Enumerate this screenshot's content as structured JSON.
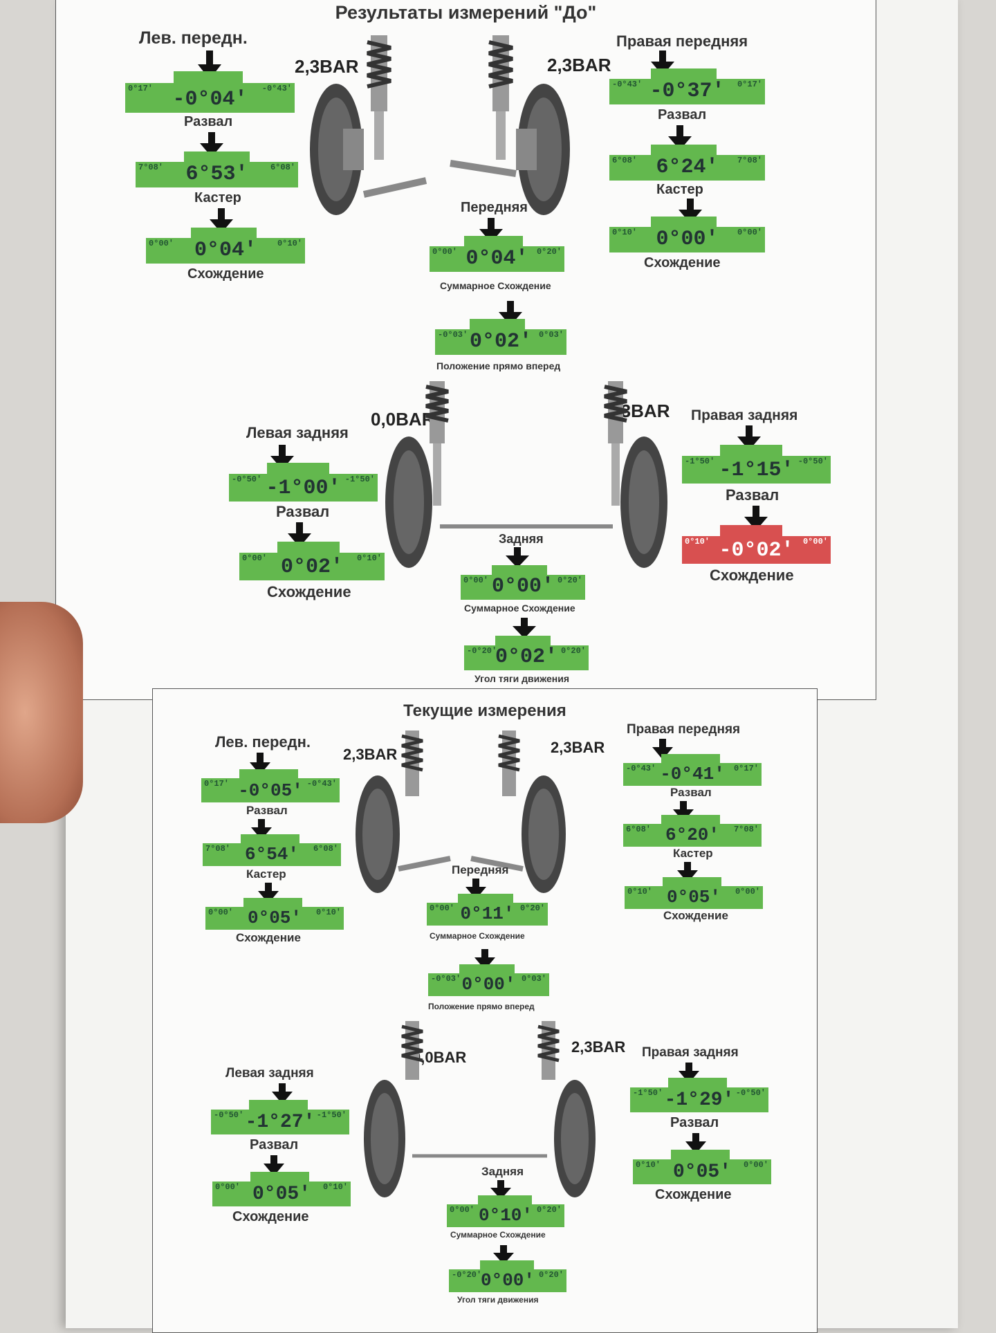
{
  "before": {
    "title": "Результаты измерений \"До\"",
    "front_left_title": "Лев. передн.",
    "front_right_title": "Правая передняя",
    "front_left_pressure": "2,3BAR",
    "front_right_pressure": "2,3BAR",
    "rear_left_pressure": "0,0BAR",
    "rear_right_pressure": "2,3BAR",
    "fl_camber": {
      "min": "0°17'",
      "max": "-0°43'",
      "value": "-0°04'",
      "label": "Развал"
    },
    "fl_caster": {
      "min": "7°08'",
      "max": "6°08'",
      "value": "6°53'",
      "label": "Кастер"
    },
    "fl_toe": {
      "min": "0°00'",
      "max": "0°10'",
      "value": "0°04'",
      "label": "Схождение"
    },
    "fr_camber": {
      "min": "-0°43'",
      "max": "0°17'",
      "value": "-0°37'",
      "label": "Развал"
    },
    "fr_caster": {
      "min": "6°08'",
      "max": "7°08'",
      "value": "6°24'",
      "label": "Кастер"
    },
    "fr_toe": {
      "min": "0°10'",
      "max": "0°00'",
      "value": "0°00'",
      "label": "Схождение"
    },
    "front_label": "Передняя",
    "front_total_toe": {
      "min": "0°00'",
      "max": "0°20'",
      "value": "0°04'",
      "label": "Суммарное Схождение"
    },
    "straight_ahead": {
      "min": "-0°03'",
      "max": "0°03'",
      "value": "0°02'",
      "label": "Положение прямо вперед"
    },
    "rear_left_title": "Левая задняя",
    "rear_right_title": "Правая задняя",
    "rl_camber": {
      "min": "-0°50'",
      "max": "-1°50'",
      "value": "-1°00'",
      "label": "Развал"
    },
    "rl_toe": {
      "min": "0°00'",
      "max": "0°10'",
      "value": "0°02'",
      "label": "Схождение"
    },
    "rr_camber": {
      "min": "-1°50'",
      "max": "-0°50'",
      "value": "-1°15'",
      "label": "Развал"
    },
    "rr_toe": {
      "min": "0°10'",
      "max": "0°00'",
      "value": "-0°02'",
      "label": "Схождение"
    },
    "rear_label": "Задняя",
    "rear_total_toe": {
      "min": "0°00'",
      "max": "0°20'",
      "value": "0°00'",
      "label": "Суммарное Схождение"
    },
    "thrust_angle": {
      "min": "-0°20'",
      "max": "0°20'",
      "value": "0°02'",
      "label": "Угол тяги движения"
    }
  },
  "current": {
    "title": "Текущие измерения",
    "front_left_title": "Лев. передн.",
    "front_right_title": "Правая передняя",
    "front_left_pressure": "2,3BAR",
    "front_right_pressure": "2,3BAR",
    "rear_left_pressure": "0,0BAR",
    "rear_right_pressure": "2,3BAR",
    "fl_camber": {
      "min": "0°17'",
      "max": "-0°43'",
      "value": "-0°05'",
      "label": "Развал"
    },
    "fl_caster": {
      "min": "7°08'",
      "max": "6°08'",
      "value": "6°54'",
      "label": "Кастер"
    },
    "fl_toe": {
      "min": "0°00'",
      "max": "0°10'",
      "value": "0°05'",
      "label": "Схождение"
    },
    "fr_camber": {
      "min": "-0°43'",
      "max": "0°17'",
      "value": "-0°41'",
      "label": "Развал"
    },
    "fr_caster": {
      "min": "6°08'",
      "max": "7°08'",
      "value": "6°20'",
      "label": "Кастер"
    },
    "fr_toe": {
      "min": "0°10'",
      "max": "0°00'",
      "value": "0°05'",
      "label": "Схождение"
    },
    "front_label": "Передняя",
    "front_total_toe": {
      "min": "0°00'",
      "max": "0°20'",
      "value": "0°11'",
      "label": "Суммарное Схождение"
    },
    "straight_ahead": {
      "min": "-0°03'",
      "max": "0°03'",
      "value": "0°00'",
      "label": "Положение прямо вперед"
    },
    "rear_left_title": "Левая задняя",
    "rear_right_title": "Правая задняя",
    "rl_camber": {
      "min": "-0°50'",
      "max": "-1°50'",
      "value": "-1°27'",
      "label": "Развал"
    },
    "rl_toe": {
      "min": "0°00'",
      "max": "0°10'",
      "value": "0°05'",
      "label": "Схождение"
    },
    "rr_camber": {
      "min": "-1°50'",
      "max": "-0°50'",
      "value": "-1°29'",
      "label": "Развал"
    },
    "rr_toe": {
      "min": "0°10'",
      "max": "0°00'",
      "value": "0°05'",
      "label": "Схождение"
    },
    "rear_label": "Задняя",
    "rear_total_toe": {
      "min": "0°00'",
      "max": "0°20'",
      "value": "0°10'",
      "label": "Суммарное Схождение"
    },
    "thrust_angle": {
      "min": "-0°20'",
      "max": "0°20'",
      "value": "0°00'",
      "label": "Угол тяги движения"
    }
  },
  "colors": {
    "in_range": "#63b84e",
    "out_of_range": "#d85050"
  }
}
